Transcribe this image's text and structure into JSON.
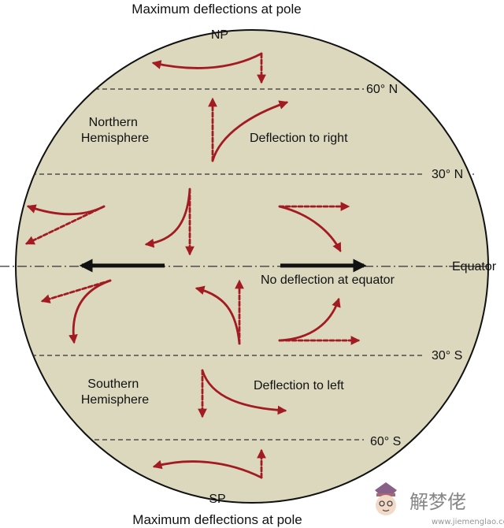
{
  "title_top": "Maximum deflections at pole",
  "title_bottom": "Maximum deflections at pole",
  "pole_north": "NP",
  "pole_south": "SP",
  "lat_60n": "60° N",
  "lat_30n": "30° N",
  "equator": "Equator",
  "lat_30s": "30° S",
  "lat_60s": "60° S",
  "northern_hemisphere": [
    "Northern",
    "Hemisphere"
  ],
  "southern_hemisphere": [
    "Southern",
    "Hemisphere"
  ],
  "deflection_right": "Deflection to right",
  "deflection_left": "Deflection to left",
  "no_deflection": "No deflection at equator",
  "watermark": {
    "brand": "解梦佬",
    "url": "www.jiemenglao.com"
  },
  "colors": {
    "globe_fill": "#dcd8be",
    "globe_stroke": "#111111",
    "arrow_red": "#a31b22",
    "arrow_black": "#111111"
  }
}
